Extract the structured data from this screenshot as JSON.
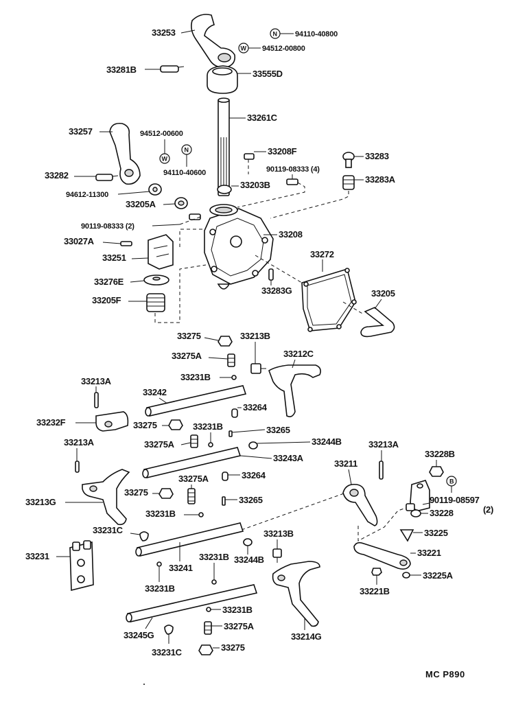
{
  "diagram": {
    "catalog_code": "MC P890",
    "labels": {
      "p33253": "33253",
      "p94110_40800": "94110-40800",
      "p94512_00800": "94512-00800",
      "p33281B": "33281B",
      "p33555D": "33555D",
      "p33261C": "33261C",
      "p33257": "33257",
      "p94512_00600": "94512-00600",
      "p94110_40600": "94110-40600",
      "p33282": "33282",
      "p94612_11300": "94612-11300",
      "p33205A": "33205A",
      "p90119_08333_2": "90119-08333 (2)",
      "p33027A": "33027A",
      "p33251": "33251",
      "p33276E": "33276E",
      "p33205F": "33205F",
      "p33208F": "33208F",
      "p90119_08333_4": "90119-08333 (4)",
      "p33203B": "33203B",
      "p33208": "33208",
      "p33283": "33283",
      "p33283A": "33283A",
      "p33272": "33272",
      "p33283G": "33283G",
      "p33205": "33205",
      "p33275_a": "33275",
      "p33213B_a": "33213B",
      "p33275A_a": "33275A",
      "p33212C": "33212C",
      "p33231B_a": "33231B",
      "p33213A_a": "33213A",
      "p33242": "33242",
      "p33264_a": "33264",
      "p33232F": "33232F",
      "p33275_b": "33275",
      "p33231B_b": "33231B",
      "p33265_a": "33265",
      "p33275A_b": "33275A",
      "p33244B_a": "33244B",
      "p33213A_b": "33213A",
      "p33243A": "33243A",
      "p33213A_c": "33213A",
      "p33228B": "33228B",
      "p33211": "33211",
      "p33275A_c": "33275A",
      "p33264_b": "33264",
      "p33275_c": "33275",
      "p90119_08597": "90119-08597",
      "p90119_08597_qty": "(2)",
      "p33213G": "33213G",
      "p33265_b": "33265",
      "p33228": "33228",
      "p33231B_c": "33231B",
      "p33231C_a": "33231C",
      "p33213B_b": "33213B",
      "p33225": "33225",
      "p33231": "33231",
      "p33241": "33241",
      "p33231B_d": "33231B",
      "p33244B_b": "33244B",
      "p33221": "33221",
      "p33225A": "33225A",
      "p33231B_e": "33231B",
      "p33221B": "33221B",
      "p33231B_f": "33231B",
      "p33275A_d": "33275A",
      "p33245G": "33245G",
      "p33214G": "33214G",
      "p33231C_b": "33231C",
      "p33275_d": "33275"
    },
    "symbols": {
      "nut": "N",
      "washer": "W",
      "bolt": "B"
    }
  }
}
